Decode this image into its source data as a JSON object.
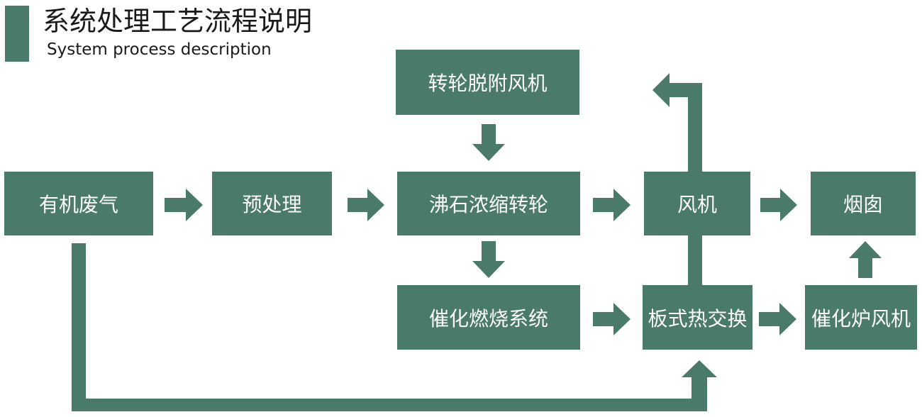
{
  "header": {
    "title": "系统处理工艺流程说明",
    "subtitle": "System process description"
  },
  "nodes": {
    "organic_waste_gas": "有机废气",
    "pretreatment": "预处理",
    "zeolite_rotor": "沸石浓缩转轮",
    "rotor_desorption_fan": "转轮脱附风机",
    "catalytic_combustion": "催化燃烧系统",
    "fan": "风机",
    "plate_heat_exchanger": "板式热交换",
    "chimney": "烟囱",
    "catalytic_furnace_fan": "催化炉风机"
  },
  "colors": {
    "box_fill": "#4a7a68",
    "box_text": "#ffffff",
    "title_bar": "#4a7a68"
  }
}
